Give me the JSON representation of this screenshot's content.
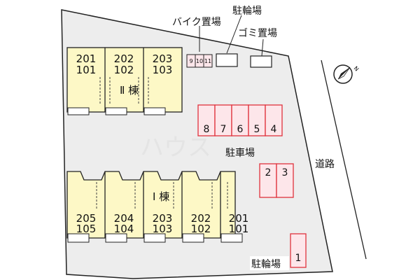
{
  "colors": {
    "site": "#ededed",
    "building": "#fdf8c6",
    "parking_stroke": "#e0323c",
    "parking_fill": "#fde6ea",
    "line": "#222222"
  },
  "labels": {
    "bike_storage": "バイク置場",
    "bicycle_top": "駐輪場",
    "garbage": "ゴミ置場",
    "parking": "駐車場",
    "road": "道路",
    "bicycle_bottom": "駐輪場",
    "building_2": "Ⅱ 棟",
    "building_1": "Ⅰ 棟",
    "watermark": "ハウス"
  },
  "compass_icon": "north-arrow-icon",
  "building_2_units": [
    {
      "upper": "201",
      "lower": "101"
    },
    {
      "upper": "202",
      "lower": "102"
    },
    {
      "upper": "203",
      "lower": "103"
    }
  ],
  "building_1_units": [
    {
      "upper": "205",
      "lower": "105"
    },
    {
      "upper": "204",
      "lower": "104"
    },
    {
      "upper": "203",
      "lower": "103"
    },
    {
      "upper": "202",
      "lower": "102"
    },
    {
      "upper": "201",
      "lower": "101"
    }
  ],
  "bike_spaces": [
    "9",
    "10",
    "11"
  ],
  "parking_row": [
    "8",
    "7",
    "6",
    "5",
    "4"
  ],
  "parking_pair": [
    "2",
    "3"
  ],
  "parking_single": [
    "1"
  ]
}
